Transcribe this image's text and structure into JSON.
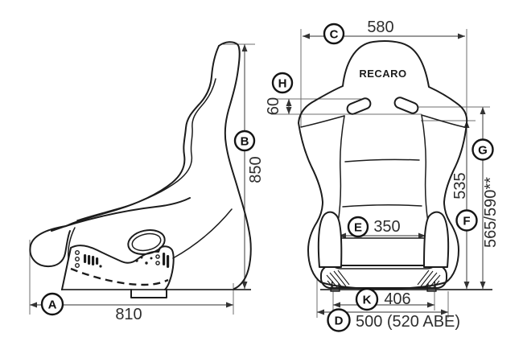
{
  "drawing": {
    "brand_logo": "RECARO",
    "dimensions": {
      "A": {
        "letter": "A",
        "value": "810"
      },
      "B": {
        "letter": "B",
        "value": "850"
      },
      "C": {
        "letter": "C",
        "value": "580"
      },
      "D": {
        "letter": "D",
        "value": "500 (520 ABE)"
      },
      "E": {
        "letter": "E",
        "value": "350"
      },
      "F": {
        "letter": "F",
        "value": "535"
      },
      "G": {
        "letter": "G",
        "value": "565/590**"
      },
      "H": {
        "letter": "H",
        "value": "60"
      },
      "K": {
        "letter": "K",
        "value": "406"
      }
    },
    "colors": {
      "outline": "#1c1c1c",
      "dimension_line": "#5a5a5a",
      "background": "#ffffff"
    }
  }
}
